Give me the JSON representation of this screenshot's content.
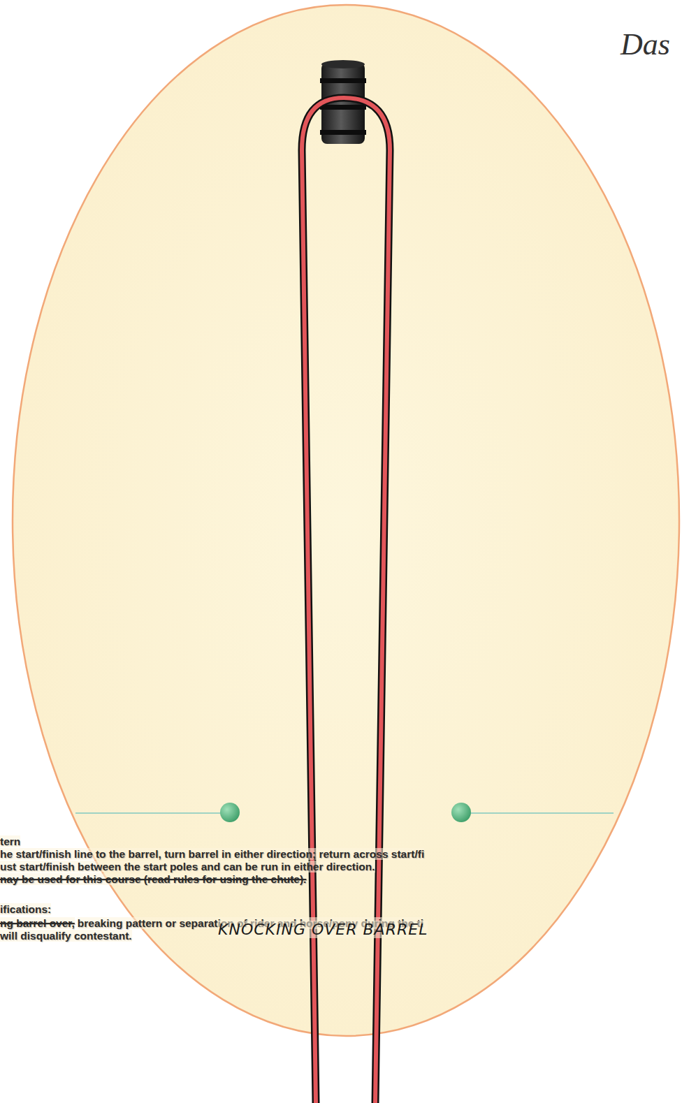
{
  "diagram": {
    "title": "Das",
    "labels": [
      "tern",
      "he start/finish line to the barrel, turn barrel in either direction; return across start/fi",
      "ust start/finish between the start poles and can be run in either direction.",
      "nay be used for this course (read rules for using the chute).",
      "ifications:",
      "ng barrel over,",
      "breaking pattern or separation of rider and horse/pony during the ti",
      "will disqualify contestant.",
      "KNOCKING OVER BARREL"
    ]
  }
}
